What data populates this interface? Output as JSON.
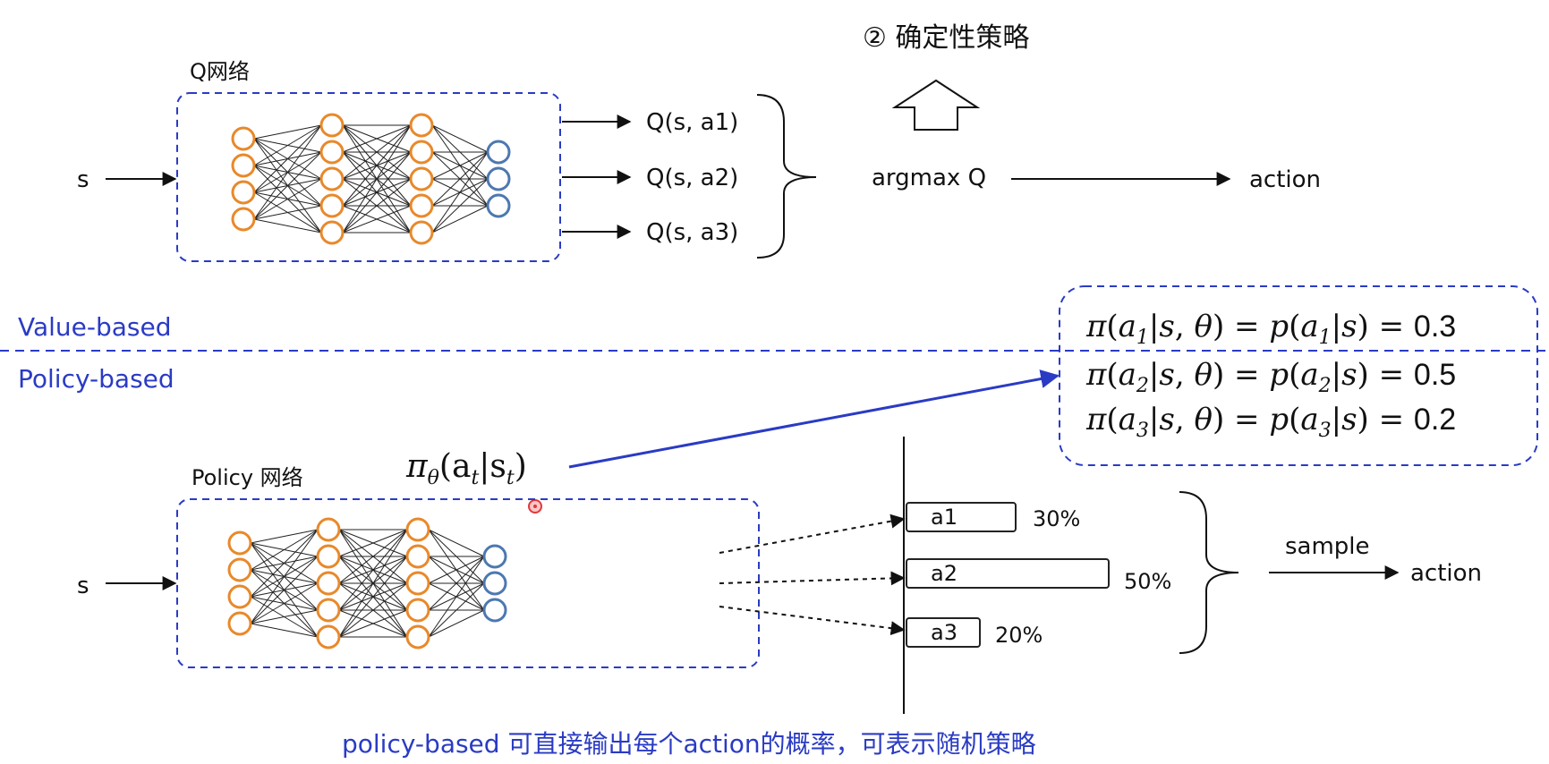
{
  "title_top": "② 确定性策略",
  "value_based": {
    "net_label": "Q网络",
    "input": "s",
    "outputs": [
      "Q(s, a1)",
      "Q(s, a2)",
      "Q(s, a3)"
    ],
    "argmax": "argmax Q",
    "action": "action"
  },
  "divider": {
    "upper": "Value-based",
    "lower": "Policy-based"
  },
  "policy_based": {
    "net_label": "Policy 网络",
    "input": "s",
    "pi_symbol": "π",
    "pi_sub": "θ",
    "pi_arg": "(a",
    "pi_arg_sub": "t",
    "pi_bar": "|s",
    "pi_bar_sub": "t",
    "pi_close": ")",
    "bars": [
      {
        "label": "a1",
        "percent": "30%",
        "prob": 0.3
      },
      {
        "label": "a2",
        "percent": "50%",
        "prob": 0.5
      },
      {
        "label": "a3",
        "percent": "20%",
        "prob": 0.2
      }
    ],
    "sample": "sample",
    "action": "action"
  },
  "formulas": [
    {
      "i": "1",
      "value": "0.3"
    },
    {
      "i": "2",
      "value": "0.5"
    },
    {
      "i": "3",
      "value": "0.2"
    }
  ],
  "caption": "policy-based 可直接输出每个action的概率，可表示随机策略",
  "colors": {
    "accent_blue": "#2a3bc4",
    "node_orange": "#e8892b",
    "node_blue": "#4d78b0",
    "edge": "#222222"
  }
}
